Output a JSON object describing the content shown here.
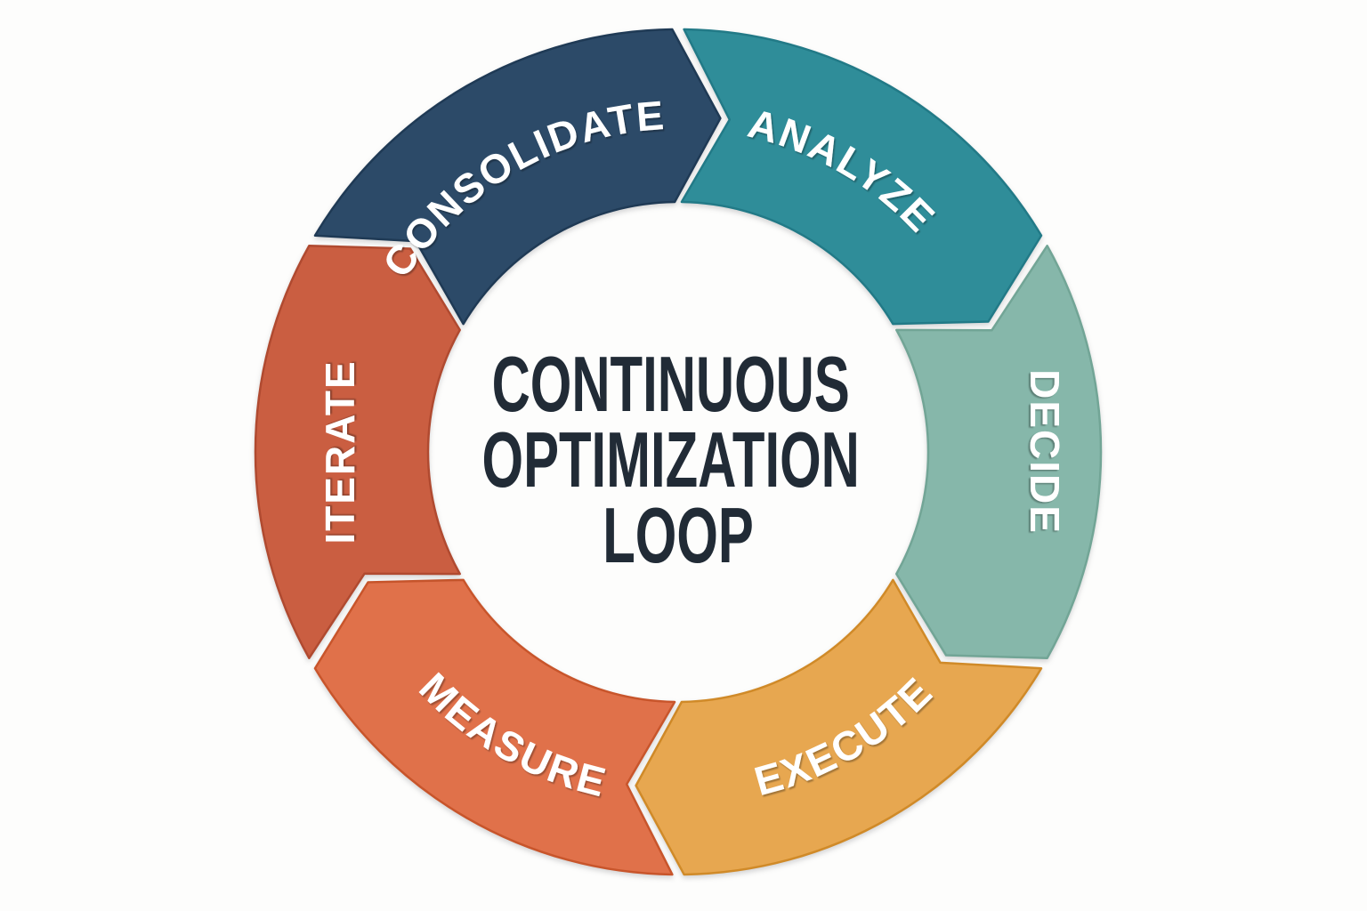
{
  "title": {
    "lines": [
      "CONTINUOUS",
      "OPTIMIZATION",
      "LOOP"
    ],
    "color": "#212b36"
  },
  "cycle": {
    "type": "circular-process-loop",
    "direction": "clockwise",
    "background": "#fdfdfc",
    "label_color": "#ffffff",
    "segments": [
      {
        "label": "CONSOLIDATE",
        "fill": "#2c4a68",
        "stroke": "#1f3a55",
        "start_deg": 300,
        "end_deg": 360,
        "clock_position": "10-to-12"
      },
      {
        "label": "ANALYZE",
        "fill": "#2f8d99",
        "stroke": "#227a87",
        "start_deg": 0,
        "end_deg": 60,
        "clock_position": "12-to-2"
      },
      {
        "label": "DECIDE",
        "fill": "#86b7aa",
        "stroke": "#72a596",
        "start_deg": 60,
        "end_deg": 120,
        "clock_position": "2-to-4"
      },
      {
        "label": "EXECUTE",
        "fill": "#e7a750",
        "stroke": "#d08a28",
        "start_deg": 120,
        "end_deg": 180,
        "clock_position": "4-to-6"
      },
      {
        "label": "MEASURE",
        "fill": "#e0714a",
        "stroke": "#c8552b",
        "start_deg": 180,
        "end_deg": 240,
        "clock_position": "6-to-8"
      },
      {
        "label": "ITERATE",
        "fill": "#ca5e41",
        "stroke": "#b04a30",
        "start_deg": 240,
        "end_deg": 300,
        "clock_position": "8-to-10"
      }
    ]
  }
}
